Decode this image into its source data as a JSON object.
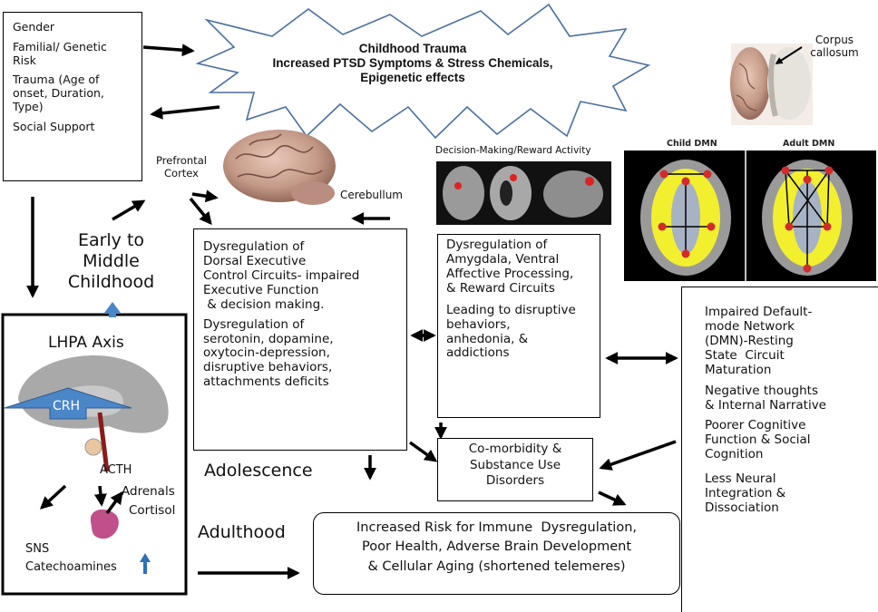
{
  "risk_factors": {
    "items": [
      {
        "lines": [
          "Gender"
        ]
      },
      {
        "lines": [
          "Familial/ Genetic",
          "Risk"
        ]
      },
      {
        "lines": [
          "Trauma (Age of",
          "onset, Duration,",
          "Type)"
        ]
      },
      {
        "lines": [
          "Social Support"
        ]
      }
    ]
  },
  "starburst": {
    "lines": [
      "Childhood Trauma",
      "Increased PTSD Symptoms & Stress Chemicals,",
      "Epigenetic effects"
    ]
  },
  "corpus_callosum_label": [
    "Corpus",
    "callosum"
  ],
  "prefrontal_label": [
    "Prefrontal",
    "Cortex"
  ],
  "cerebellum_label": "Cerebullum",
  "decision_label": "Decision-Making/Reward Activity",
  "dmn": {
    "child_label": "Child DMN",
    "adult_label": "Adult DMN"
  },
  "early_label": [
    "Early to",
    "Middle",
    "Childhood"
  ],
  "lhpa": {
    "title": "LHPA Axis",
    "crh": "CRH",
    "acth": "ACTH",
    "adrenals": "Adrenals",
    "cortisol": "Cortisol",
    "sns_lines": [
      "SNS",
      "Catechoamines"
    ]
  },
  "dorsal_box": {
    "para1": [
      "Dysregulation of",
      "Dorsal Executive",
      "Control Circuits- impaired",
      "Executive Function",
      " & decision making."
    ],
    "para2": [
      "Dysregulation of",
      "serotonin, dopamine,",
      "oxytocin-depression,",
      "disruptive behaviors,",
      "attachments deficits"
    ]
  },
  "amygdala_box": {
    "para1": [
      "Dysregulation of",
      "Amygdala, Ventral",
      "Affective Processing,",
      "& Reward Circuits"
    ],
    "para2": [
      "Leading to disruptive",
      "behaviors,",
      "anhedonia, &",
      "addictions"
    ]
  },
  "adolescence_label": "Adolescence",
  "adulthood_label": "Adulthood",
  "comorbidity_box": {
    "lines": [
      "Co-morbidity &",
      "Substance Use",
      "Disorders"
    ]
  },
  "dmn_box": {
    "para1": [
      "Impaired Default-",
      "mode Network",
      "(DMN)-Resting",
      "State  Circuit",
      "Maturation"
    ],
    "para2": [
      "Negative thoughts",
      "& Internal Narrative"
    ],
    "para3": [
      "Poorer Cognitive",
      "Function & Social",
      "Cognition"
    ],
    "para4": [
      "Less Neural",
      "Integration &",
      "Dissociation"
    ]
  },
  "risk_box": {
    "lines": [
      "Increased Risk for Immune  Dysregulation,",
      "Poor Health, Adverse Brain Development",
      "& Cellular Aging (shortened telemeres)"
    ]
  },
  "colors": {
    "arrow": "#000000",
    "lhpa_arrow": "#4a86c8",
    "dmn_yellow": "#f2ef2e",
    "dmn_node": "#d22b2b"
  }
}
